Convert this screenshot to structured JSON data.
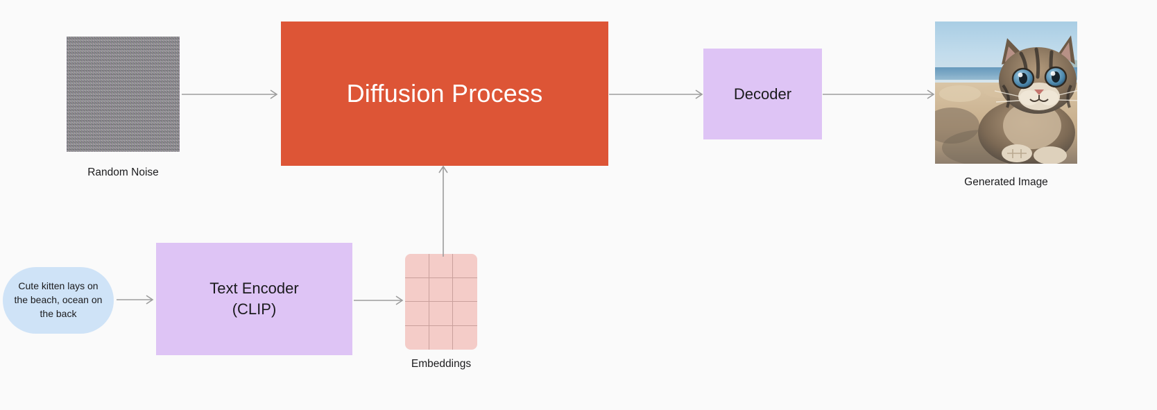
{
  "diagram": {
    "title": "Stable Diffusion text-to-image pipeline",
    "background_color": "#fafafa"
  },
  "nodes": {
    "random_noise": {
      "caption": "Random Noise",
      "kind": "image",
      "description": "RGB static noise square"
    },
    "diffusion_process": {
      "label": "Diffusion Process",
      "fill_color": "#DD5536",
      "text_color": "#ffffff"
    },
    "decoder": {
      "label": "Decoder",
      "fill_color": "#DEC4F5",
      "text_color": "#1b1b1d"
    },
    "generated_image": {
      "caption": "Generated Image",
      "kind": "image",
      "description": "Tabby kitten lying on a sandy beach with blue ocean and sky behind"
    },
    "prompt_bubble": {
      "text": "Cute kitten lays on the beach, ocean on the back",
      "fill_color": "#CFE3F7",
      "text_color": "#1b1b1d"
    },
    "text_encoder": {
      "label": "Text Encoder\n(CLIP)",
      "fill_color": "#DEC4F5",
      "text_color": "#1b1b1d"
    },
    "embeddings": {
      "caption": "Embeddings",
      "fill_color": "#F4CCC8",
      "grid_line_color": "#c9a09c",
      "columns": 3,
      "rows": 4
    }
  },
  "edges": [
    {
      "name": "noise-to-diffusion",
      "from": "random_noise",
      "to": "diffusion_process",
      "direction": "right"
    },
    {
      "name": "diffusion-to-decoder",
      "from": "diffusion_process",
      "to": "decoder",
      "direction": "right"
    },
    {
      "name": "decoder-to-generated-image",
      "from": "decoder",
      "to": "generated_image",
      "direction": "right"
    },
    {
      "name": "prompt-to-text-encoder",
      "from": "prompt_bubble",
      "to": "text_encoder",
      "direction": "right"
    },
    {
      "name": "text-encoder-to-embeddings",
      "from": "text_encoder",
      "to": "embeddings",
      "direction": "right"
    },
    {
      "name": "embeddings-to-diffusion",
      "from": "embeddings",
      "to": "diffusion_process",
      "direction": "up"
    }
  ],
  "colors": {
    "arrow": "#9c9c9c",
    "accent_orange": "#DD5536",
    "accent_purple": "#DEC4F5",
    "accent_pink": "#F4CCC8",
    "accent_blue": "#CFE3F7"
  }
}
